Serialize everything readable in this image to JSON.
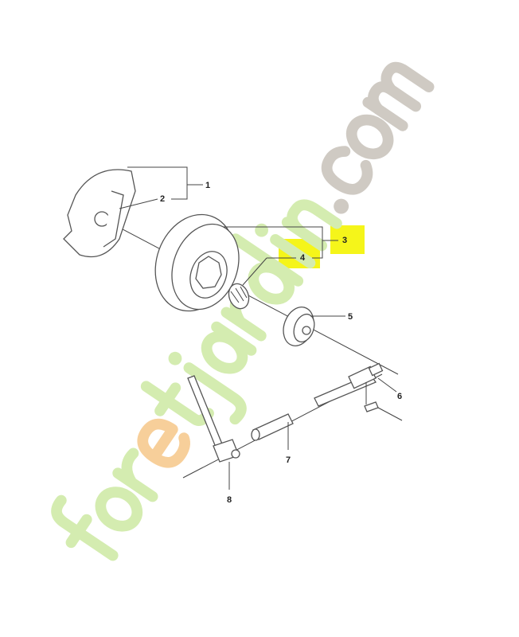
{
  "diagram": {
    "callouts": [
      {
        "id": "1",
        "label": "1",
        "highlighted": false
      },
      {
        "id": "2",
        "label": "2",
        "highlighted": false
      },
      {
        "id": "3",
        "label": "3",
        "highlighted": true
      },
      {
        "id": "4",
        "label": "4",
        "highlighted": true
      },
      {
        "id": "5",
        "label": "5",
        "highlighted": false
      },
      {
        "id": "6",
        "label": "6",
        "highlighted": false
      },
      {
        "id": "7",
        "label": "7",
        "highlighted": false
      },
      {
        "id": "8",
        "label": "8",
        "highlighted": false
      }
    ],
    "highlight_color": "#f5f51a"
  },
  "watermark": {
    "text": "foretjardin.com",
    "colors": {
      "green": "#d4ecb0",
      "orange": "#f7cf9a",
      "grey": "#cfcac3"
    }
  }
}
